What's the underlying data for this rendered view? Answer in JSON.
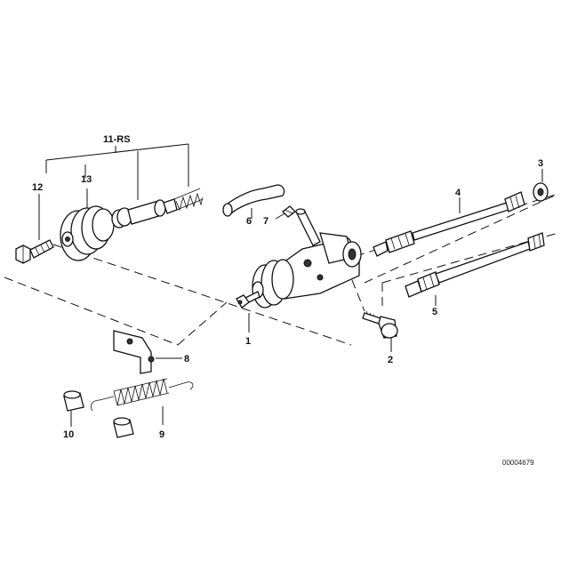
{
  "callouts": {
    "c1": "1",
    "c2": "2",
    "c3": "3",
    "c4": "4",
    "c5": "5",
    "c6": "6",
    "c7": "7",
    "c8": "8",
    "c9": "9",
    "c10": "10",
    "c11": "11-RS",
    "c12": "12",
    "c13": "13"
  },
  "document_number": "00004679"
}
